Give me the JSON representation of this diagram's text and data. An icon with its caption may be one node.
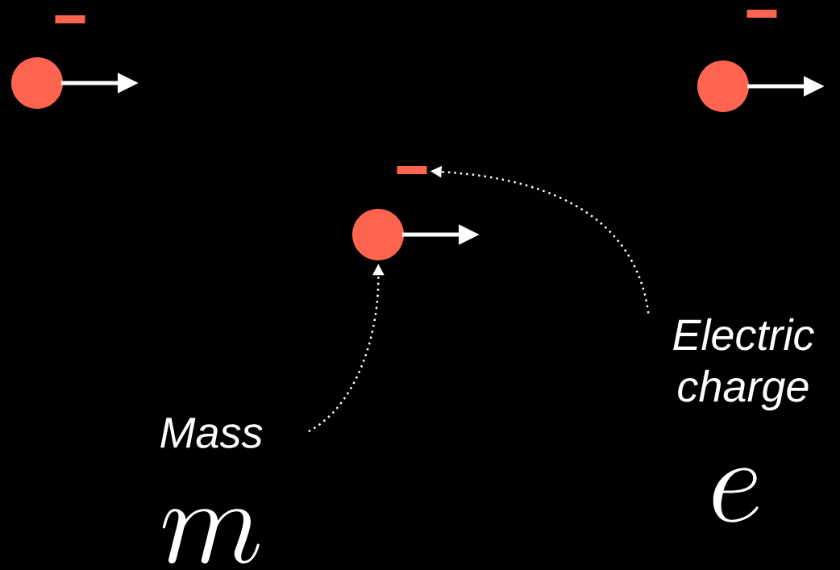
{
  "diagram": {
    "nodes": [
      {
        "text": [],
        "shape": "bar"
      },
      {
        "text": [],
        "shape": "bar"
      },
      {
        "text": [],
        "shape": "circle"
      },
      {
        "text": [],
        "shape": "circle"
      },
      {
        "text": [],
        "shape": "bar"
      },
      {
        "text": [],
        "shape": "circle"
      },
      {
        "text": [
          "Electric charge"
        ],
        "beside": [
          "e"
        ]
      },
      {
        "text": [
          "Mass"
        ],
        "beside": [
          "m"
        ]
      }
    ],
    "edges": [
      {
        "from": 7,
        "to": 5,
        "arrow": "to",
        "style": "dashed"
      },
      {
        "from": 6,
        "to": 4,
        "arrow": "to",
        "style": "dashed"
      }
    ]
  }
}
